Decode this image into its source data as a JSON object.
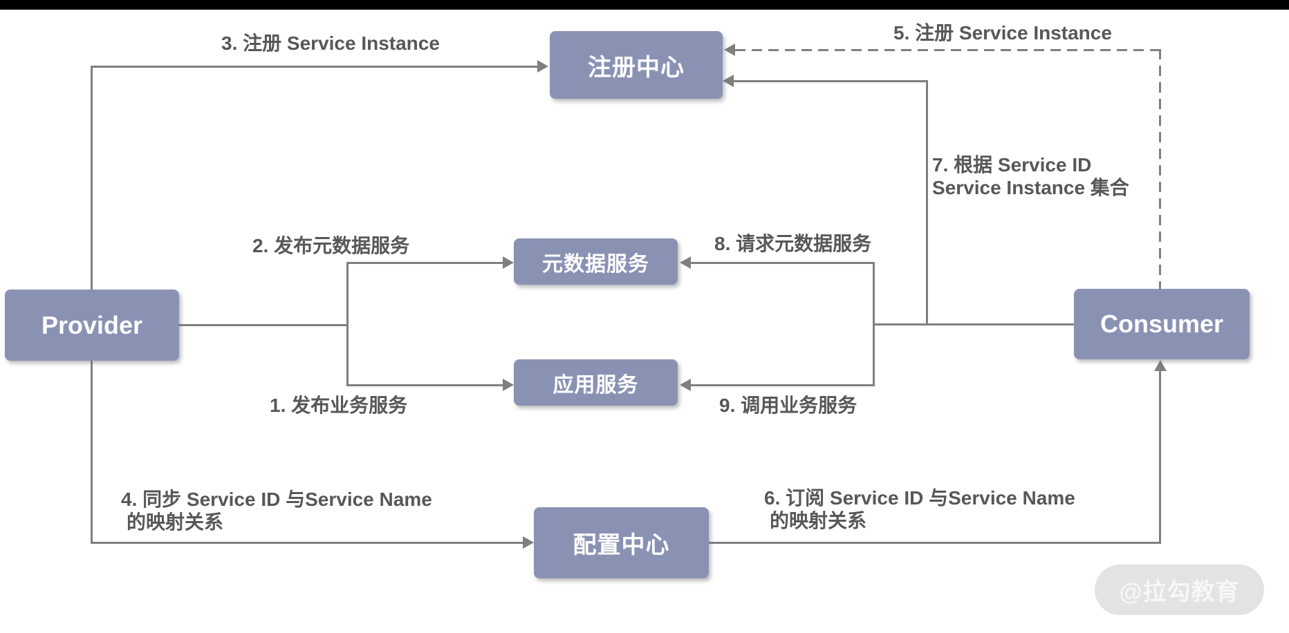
{
  "diagram": {
    "nodes": {
      "registry": {
        "label": "注册中心"
      },
      "provider": {
        "label": "Provider"
      },
      "consumer": {
        "label": "Consumer"
      },
      "metadata": {
        "label": "元数据服务"
      },
      "app_service": {
        "label": "应用服务"
      },
      "config": {
        "label": "配置中心"
      }
    },
    "edge_labels": {
      "e1": "1. 发布业务服务",
      "e2": "2. 发布元数据服务",
      "e3": "3. 注册 Service Instance",
      "e4_line1": "4. 同步 Service ID 与Service Name",
      "e4_line2": "的映射关系",
      "e5": "5. 注册 Service Instance",
      "e6_line1": "6. 订阅 Service ID 与Service Name",
      "e6_line2": "的映射关系",
      "e7_line1": "7. 根据 Service ID",
      "e7_line2": "Service Instance 集合",
      "e8": "8. 请求元数据服务",
      "e9": "9. 调用业务服务"
    },
    "watermark": "@拉勾教育",
    "colors": {
      "node_fill": "#8A92B4",
      "line": "#7F7F7F",
      "label_text": "#575757",
      "watermark_bg": "#E3E3E3",
      "watermark_text": "#F7F7F7",
      "topbar": "#000000"
    }
  }
}
